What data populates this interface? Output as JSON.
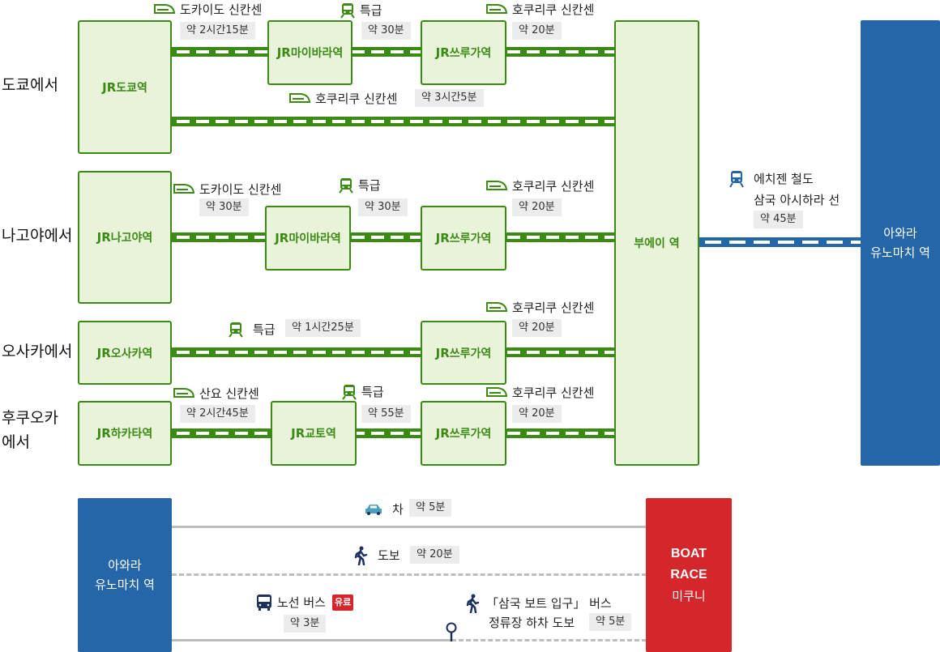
{
  "origins": {
    "tokyo": "도쿄에서",
    "nagoya": "나고야에서",
    "osaka": "오사카에서",
    "fukuoka_1": "후쿠오카",
    "fukuoka_2": "에서"
  },
  "stations": {
    "jr_prefix": "JR",
    "tokyo": "도쿄역",
    "maibara": "마이바라역",
    "tsuruga": "쓰루가역",
    "nagoya": "나고야역",
    "osaka": "오사카역",
    "hakata": "하카타역",
    "kyoto": "교토역",
    "fuei": "부에이 역",
    "awara_1": "아와라",
    "awara_2": "유노마치 역"
  },
  "modes": {
    "tokaido": "도카이도 신칸센",
    "hokuriku": "호쿠리쿠 신칸센",
    "limited": "특급",
    "sanyo": "산요 신칸센",
    "echizen_1": "에치젠 철도",
    "echizen_2": "삼국 아시하라 선",
    "car": "차",
    "walk": "도보",
    "bus": "노선 버스",
    "paid": "유료",
    "bus_stop_1": "「삼국 보트 입구」 버스",
    "bus_stop_2": "정류장 하차 도보"
  },
  "durations": {
    "t_tokaido": "약 2시간15분",
    "t_limited": "약 30분",
    "t_hokuriku1": "약 20분",
    "t_hokuriku_direct": "약 3시간5분",
    "n_tokaido": "약 30분",
    "n_limited": "약 30분",
    "n_hokuriku": "약 20분",
    "o_limited": "약 1시간25분",
    "o_hokuriku": "약 20분",
    "f_sanyo": "약 2시간45분",
    "f_limited": "약 55분",
    "f_hokuriku": "약 20분",
    "echizen": "약 45분",
    "car": "약 5분",
    "walk": "약 20분",
    "bus": "약 3분",
    "bus_walk": "약 5분"
  },
  "destination": {
    "line1": "BOAT",
    "line2": "RACE",
    "line3": "미쿠니"
  },
  "colors": {
    "rail_green": "#3b8a14",
    "station_fill": "#e8f3da",
    "awara_blue": "#2566a8",
    "boat_race_red": "#d4262b"
  }
}
